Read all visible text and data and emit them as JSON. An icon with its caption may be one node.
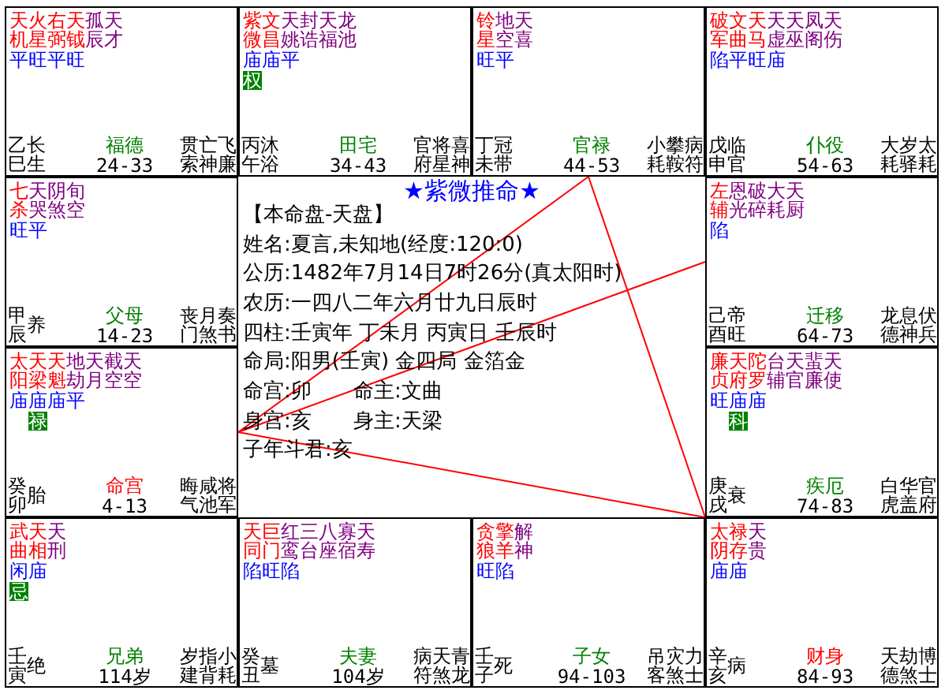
{
  "diagram": {
    "title": "★紫微推命★",
    "nodes": [
      {
        "text": [
          "天机",
          "火星",
          "右弼",
          "天钺",
          "孤辰",
          "天才",
          "平旺平旺",
          "乙巳",
          "长生",
          "福德",
          "24-33",
          "贯索",
          "亡神",
          "飞廉"
        ]
      },
      {
        "text": [
          "紫微",
          "文昌",
          "天姚",
          "封诰",
          "天福",
          "龙池",
          "庙庙平",
          "权",
          "丙午",
          "沐浴",
          "田宅",
          "34-43",
          "官府",
          "将星",
          "喜神"
        ]
      },
      {
        "text": [
          "铃星",
          "地空",
          "天喜",
          "旺平",
          "丁未",
          "冠带",
          "官禄",
          "44-53",
          "小耗",
          "攀鞍",
          "病符"
        ]
      },
      {
        "text": [
          "破军",
          "文曲",
          "天马",
          "天虚",
          "天巫",
          "凤阁",
          "天伤",
          "陷平旺庙",
          "戊申",
          "临官",
          "仆役",
          "54-63",
          "大耗",
          "岁驿",
          "太耗"
        ]
      },
      {
        "text": [
          "七杀",
          "天哭",
          "阴煞",
          "旬空",
          "旺平",
          "甲辰",
          "养",
          "父母",
          "14-23",
          "丧门",
          "月煞",
          "奏书"
        ]
      },
      {
        "text": [
          "左辅",
          "恩光",
          "破碎",
          "大耗",
          "天厨",
          "陷",
          "己酉",
          "帝旺",
          "迁移",
          "64-73",
          "龙德",
          "息神",
          "伏兵"
        ]
      },
      {
        "text": [
          "太阳",
          "天梁",
          "天魁",
          "地劫",
          "天月",
          "截空",
          "天空",
          "庙庙庙平",
          "禄",
          "癸卯",
          "胎",
          "命宫",
          "4-13",
          "晦气",
          "咸池",
          "将军"
        ]
      },
      {
        "text": [
          "廉贞",
          "天府",
          "陀罗",
          "台辅",
          "天官",
          "蜚廉",
          "天使",
          "旺庙庙",
          "科",
          "庚戌",
          "衰",
          "疾厄",
          "74-83",
          "白虎",
          "华盖",
          "官府"
        ]
      },
      {
        "text": [
          "武曲",
          "天相",
          "天刑",
          "闲庙",
          "忌",
          "壬寅",
          "绝",
          "兄弟",
          "114岁",
          "岁建",
          "指背",
          "小耗"
        ]
      },
      {
        "text": [
          "天同",
          "巨门",
          "红鸾",
          "三台",
          "八座",
          "寡宿",
          "天寿",
          "陷旺陷",
          "癸丑",
          "墓",
          "夫妻",
          "104岁",
          "病符",
          "天煞",
          "青龙"
        ]
      },
      {
        "text": [
          "贪狼",
          "擎羊",
          "解神",
          "旺陷",
          "壬子",
          "死",
          "子女",
          "94-103",
          "吊客",
          "灾煞",
          "力士"
        ]
      },
      {
        "text": [
          "太阴",
          "禄存",
          "天贵",
          "庙庙",
          "辛亥",
          "病",
          "财身",
          "84-93",
          "天德",
          "劫煞",
          "博士"
        ]
      }
    ],
    "edges": [
      {
        "from": 6,
        "to": 2,
        "arrow": "none",
        "color": "#ff0000"
      },
      {
        "from": 6,
        "to": 5,
        "arrow": "none",
        "color": "#ff0000"
      },
      {
        "from": 6,
        "to": 11,
        "arrow": "none",
        "color": "#ff0000"
      },
      {
        "from": 2,
        "to": 11,
        "arrow": "none",
        "color": "#ff0000"
      }
    ],
    "labels": [
      "【本命盘-天盘】",
      "姓名:夏言,未知地(经度:120:0)",
      "公历:1482年7月14日7时26分(真太阳时)",
      "农历:一四八二年六月廿九日辰时",
      "四柱:壬寅年 丁未月 丙寅日 壬辰时",
      "命局:阳男(壬寅) 金四局 金箔金",
      "命宫:卯",
      "命主:文曲",
      "身宫:亥",
      "身主:天梁",
      "子年斗君:亥"
    ]
  }
}
